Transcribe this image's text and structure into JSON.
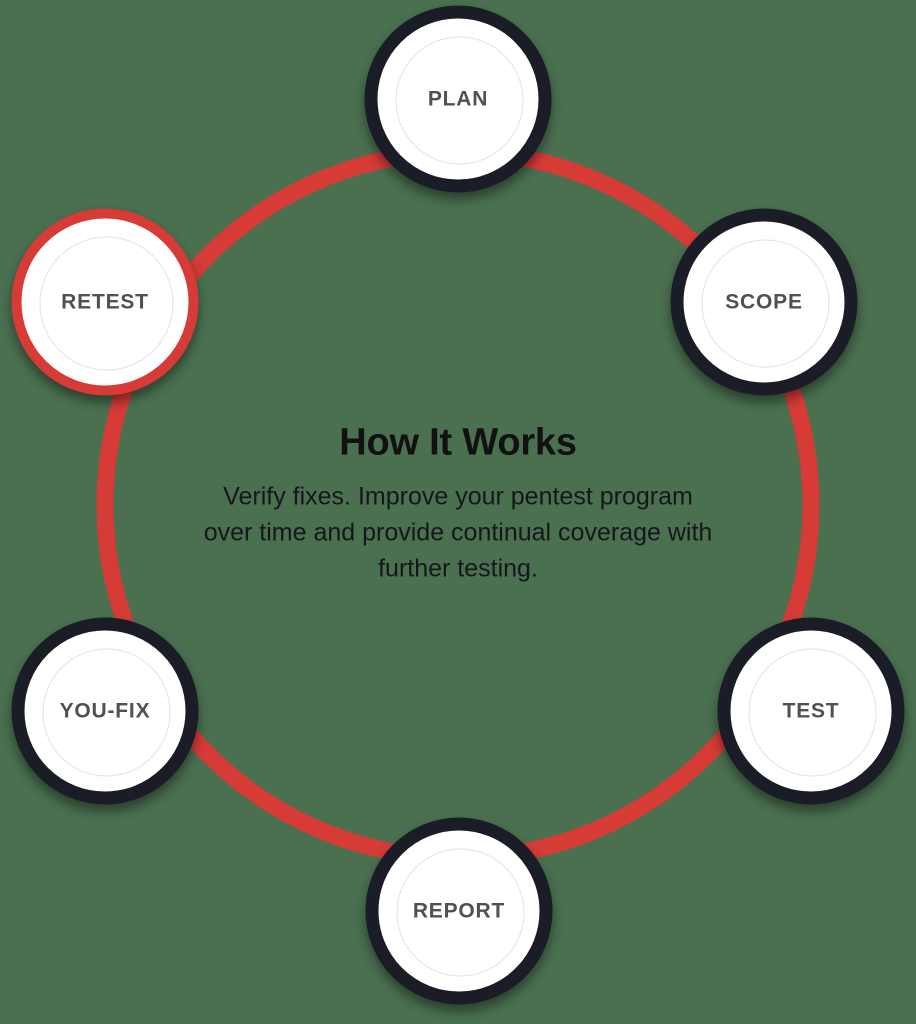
{
  "diagram": {
    "type": "cycle",
    "title": "How It Works",
    "description": "Verify fixes. Improve your pentest program over time and provide continual coverage with further testing.",
    "background_color": "#4a7050",
    "ring_color": "#d63b36",
    "node_ring_color": "#1a1d26",
    "node_fill_color": "#ffffff",
    "node_label_color": "#515151",
    "active_step": "RETEST",
    "steps": [
      {
        "label": "PLAN",
        "angle_deg": 0,
        "active": false
      },
      {
        "label": "SCOPE",
        "angle_deg": 60,
        "active": false
      },
      {
        "label": "TEST",
        "angle_deg": 120,
        "active": false
      },
      {
        "label": "REPORT",
        "angle_deg": 180,
        "active": false
      },
      {
        "label": "YOU-FIX",
        "angle_deg": 240,
        "active": false
      },
      {
        "label": "RETEST",
        "angle_deg": 300,
        "active": true
      }
    ]
  }
}
